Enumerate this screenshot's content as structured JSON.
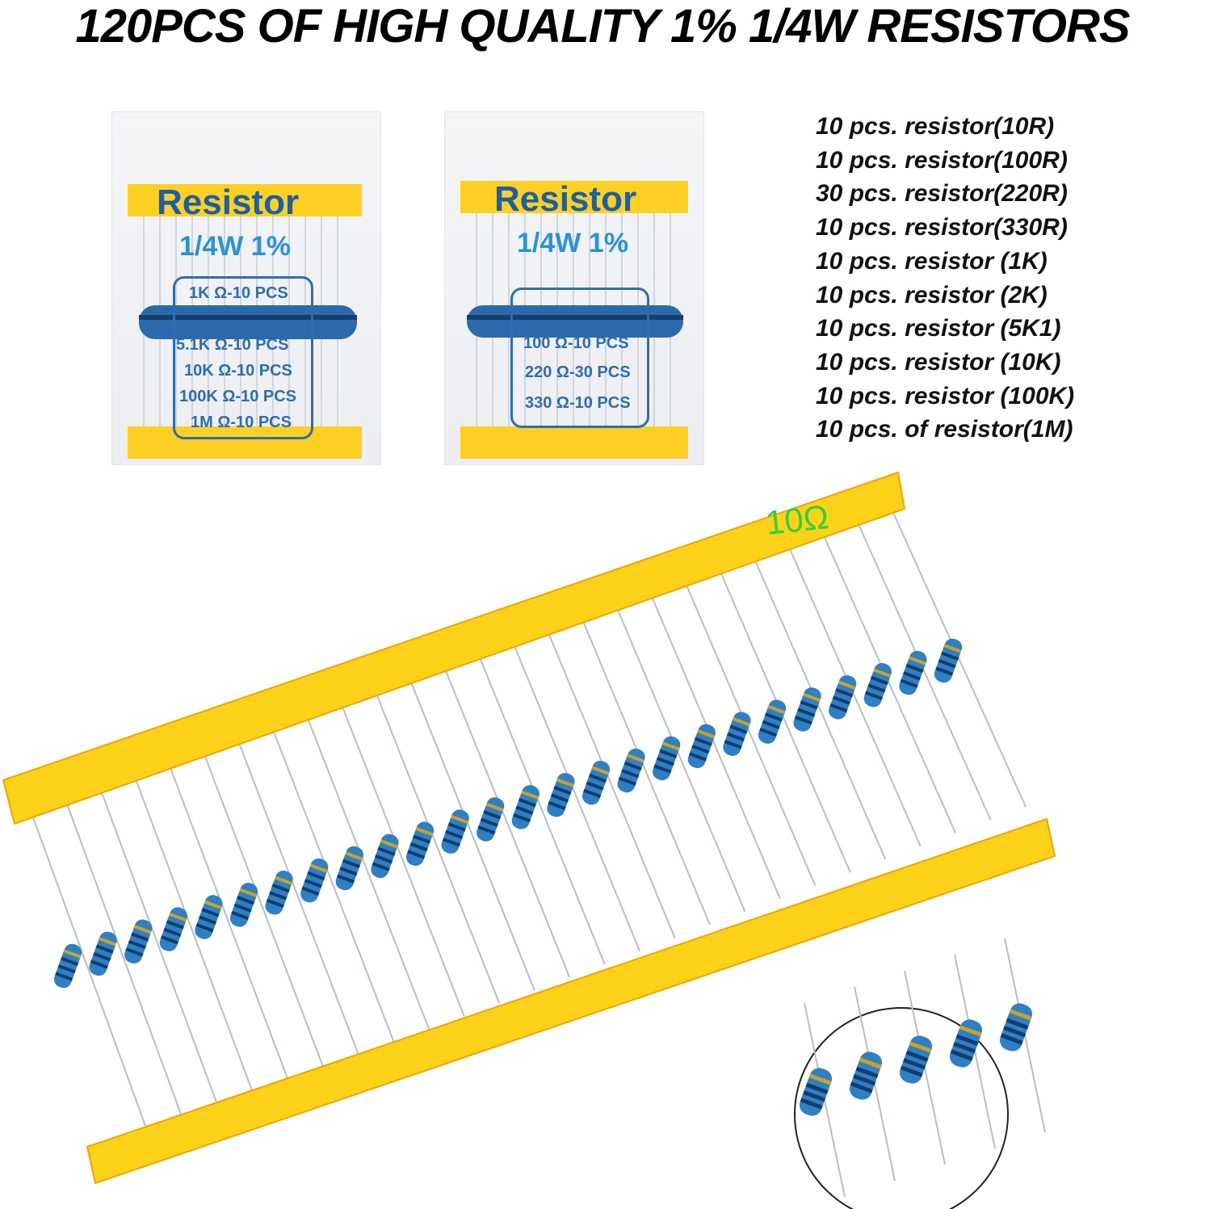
{
  "headline": "120PCS OF HIGH QUALITY 1% 1/4W RESISTORS",
  "bags": [
    {
      "title": "Resistor",
      "rating": "1/4W 1%",
      "lines": [
        "1K Ω-10 PCS",
        "5.1K Ω-10 PCS",
        "10K Ω-10 PCS",
        "100K Ω-10 PCS",
        "1M Ω-10 PCS"
      ]
    },
    {
      "title": "Resistor",
      "rating": "1/4W 1%",
      "lines": [
        "100 Ω-10 PCS",
        "220 Ω-30 PCS",
        "330 Ω-10 PCS"
      ]
    }
  ],
  "contents": [
    "10 pcs. resistor(10R)",
    "10 pcs. resistor(100R)",
    "30 pcs. resistor(220R)",
    "10 pcs. resistor(330R)",
    "10 pcs. resistor (1K)",
    "10 pcs. resistor (2K)",
    "10 pcs. resistor (5K1)",
    "10 pcs. resistor (10K)",
    "10 pcs. resistor (100K)",
    "10 pcs. of resistor(1M)"
  ],
  "strip": {
    "value_label": "10Ω"
  },
  "colors": {
    "tape": "#ffd21a",
    "tape_edge": "#f0a500",
    "resistor_body": "#2f7fc4",
    "resistor_band": "#0f3e6e",
    "resistor_gold": "#c9a227",
    "label_blue": "#1a5fa8",
    "value_green": "#2fd33a"
  }
}
